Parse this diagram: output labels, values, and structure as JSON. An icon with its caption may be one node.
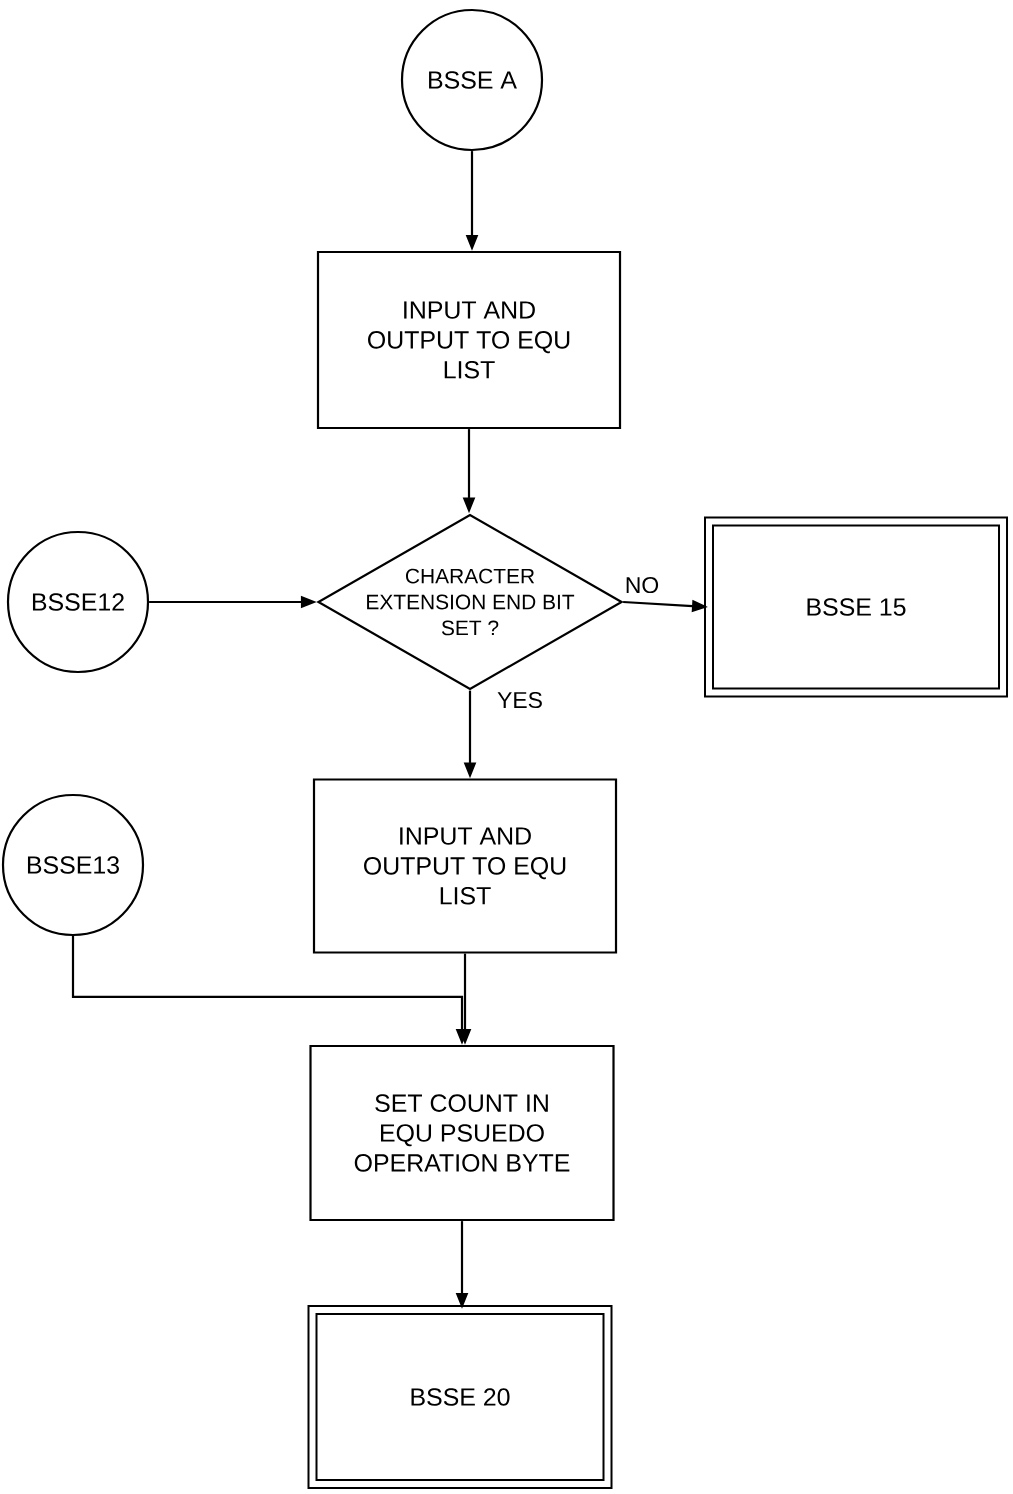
{
  "diagram": {
    "nodes": [
      {
        "text": [
          "BSSE A"
        ]
      },
      {
        "text": [
          "INPUT AND OUTPUT TO EQU LIST"
        ]
      },
      {
        "text": [
          "CHARACTER EXTENSION END BIT SET ?"
        ]
      },
      {
        "text": [
          "BSSE12"
        ]
      },
      {
        "text": [
          "BSSE 15"
        ]
      },
      {
        "text": [
          "BSSE13"
        ]
      },
      {
        "text": [
          "INPUT AND OUTPUT TO EQU LIST"
        ]
      },
      {
        "text": [
          "SET COUNT IN EQU PSUEDO OPERATION BYTE"
        ]
      },
      {
        "text": [
          "BSSE 20"
        ]
      }
    ],
    "edges": [
      {
        "from": 0,
        "to": 1,
        "arrow": "to"
      },
      {
        "from": 1,
        "to": 2,
        "arrow": "to"
      },
      {
        "from": 3,
        "to": 2,
        "arrow": "to"
      },
      {
        "from": 2,
        "to": 4,
        "arrow": "to",
        "label": "NO"
      },
      {
        "from": 2,
        "to": 6,
        "arrow": "to",
        "label": "YES"
      },
      {
        "from": 6,
        "to": 7,
        "arrow": "to"
      },
      {
        "from": 5,
        "to": 7,
        "arrow": "to"
      },
      {
        "from": 7,
        "to": 8,
        "arrow": "to"
      }
    ]
  }
}
